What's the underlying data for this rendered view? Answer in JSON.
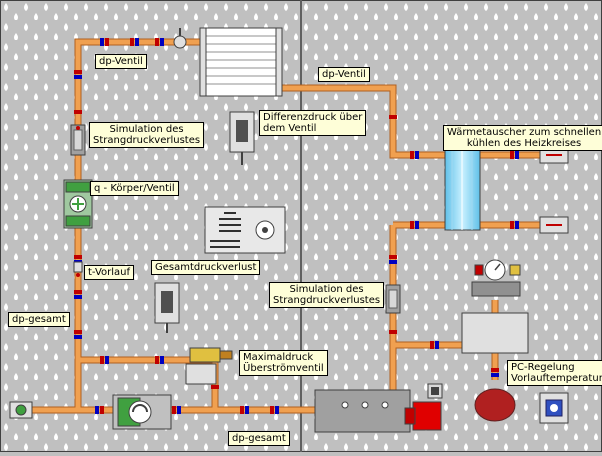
{
  "labels": {
    "dp_ventil_left": "dp-Ventil",
    "dp_ventil_right": "dp-Ventil",
    "sim_strang_left_1": "Simulation des",
    "sim_strang_left_2": "Strangdruckverlustes",
    "q_koerper_ventil": "q - Körper/Ventil",
    "t_vorlauf": "t-Vorlauf",
    "dp_gesamt_left": "dp-gesamt",
    "dp_gesamt_bottom": "dp-gesamt",
    "differenzdruck_1": "Differenzdruck über",
    "differenzdruck_2": "dem Ventil",
    "gesamtdruckverlust": "Gesamtdruckverlust",
    "sim_strang_right_1": "Simulation des",
    "sim_strang_right_2": "Strangdruckverlustes",
    "waermetauscher_1": "Wärmetauscher zum schnellen",
    "waermetauscher_2": "kühlen des Heizkreises",
    "maximaldruck_1": "Maximaldruck",
    "maximaldruck_2": "Überströmventil",
    "pc_regelung_1": "PC-Regelung",
    "pc_regelung_2": "Vorlauftemperatur"
  },
  "colors": {
    "background": "#c0c0c0",
    "pipe": "#f0a050",
    "pipe_edge": "#b06020",
    "joint_red": "#c00000",
    "joint_blue": "#0000c0",
    "label_bg": "#fefed8",
    "divider": "#606060",
    "tank": "#a0a0a0",
    "heater": "#e00000",
    "heat_exchanger": "#80d0f0",
    "flow_meter": "#40a040",
    "overflow_valve": "#e0c040"
  }
}
